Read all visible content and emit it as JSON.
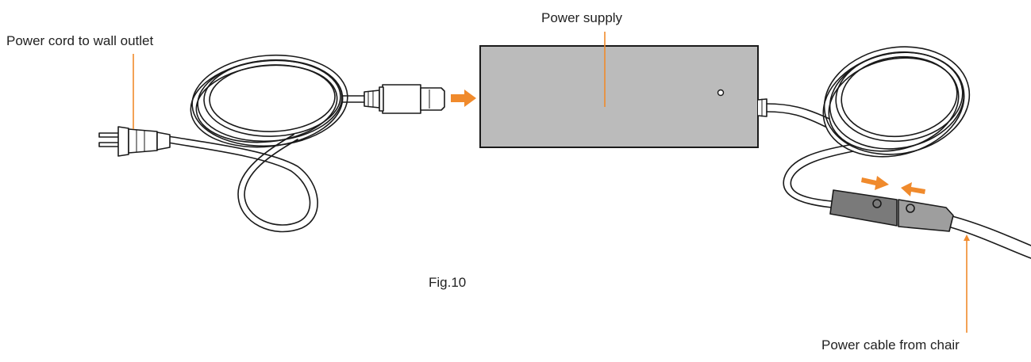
{
  "diagram": {
    "labels": {
      "wall_cord": "Power cord to wall outlet",
      "power_supply": "Power supply",
      "figure": "Fig.10",
      "chair_cable": "Power cable from chair"
    },
    "colors": {
      "accent": "#f08a2c",
      "line": "#1a1a1a",
      "box_fill": "#bbbbbb",
      "connector_dark": "#7a7a7a",
      "connector_light": "#9e9e9e",
      "plug_fill": "#ffffff"
    }
  }
}
